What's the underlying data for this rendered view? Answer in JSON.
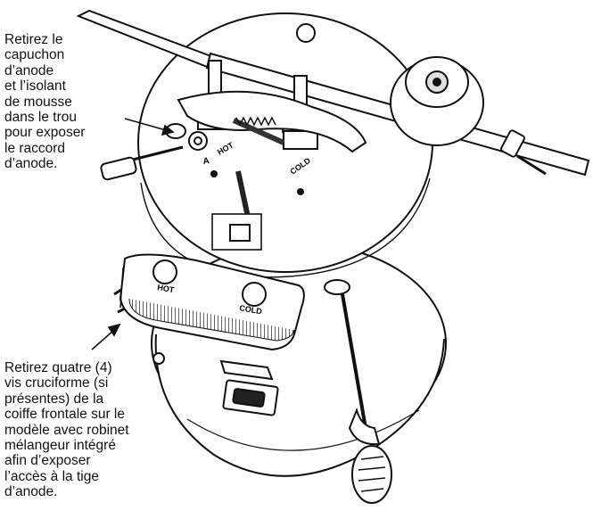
{
  "instructions": {
    "top": "Retirez le\ncapuchon\nd’anode\net l’isolant\nde mousse\ndans le trou\npour exposer\nle raccord\nd’anode.",
    "bottom": "Retirez quatre (4)\nvis cruciforme (si\nprésentes) de la\ncoiffe frontale sur le\nmodèle avec robinet\nmélangeur intégré\nafin d’exposer\nl’accès à la tige\nd’anode."
  },
  "tank_labels": {
    "hot": "HOT",
    "cold": "COLD",
    "anode": "A"
  },
  "cover_labels": {
    "hot": "HOT",
    "cold": "COLD"
  }
}
